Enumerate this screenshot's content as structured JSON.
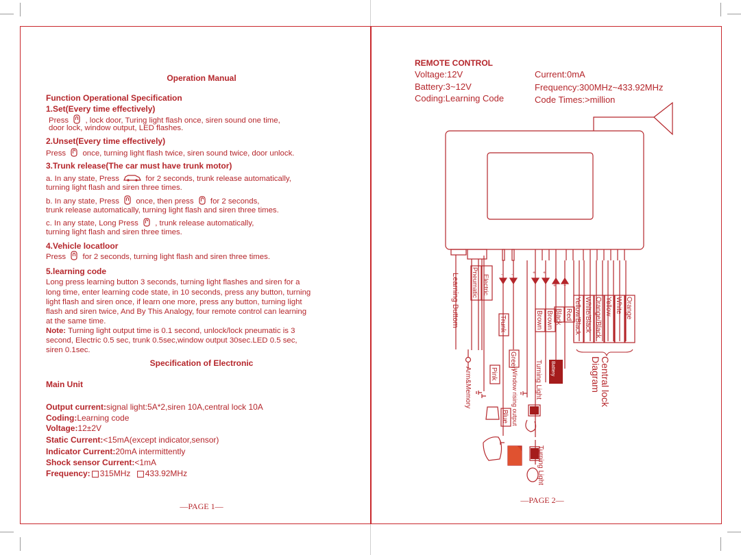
{
  "page1": {
    "header": "Operation Manual",
    "func_title": "Function Operational Specification",
    "set_title": "1.Set(Every time effectively)",
    "set_pre": "Press",
    "set_post": ", lock door, Turing light flash once, siren sound one time,",
    "set_line2": "door lock, window output, LED flashes.",
    "unset_title": "2.Unset(Every time effectively)",
    "unset_pre": "Press",
    "unset_post": "once, turning light flash twice, siren sound twice, door unlock.",
    "trunk_title": "3.Trunk release(The car must have trunk motor)",
    "trunk_a_pre": "a. In any state, Press",
    "trunk_a_post": "for 2 seconds,  trunk release  automatically,",
    "trunk_a_line2": "turning light flash and siren three times.",
    "trunk_b_pre": "b. In any state, Press",
    "trunk_b_mid": "once, then press",
    "trunk_b_post": "for 2 seconds,",
    "trunk_b_line2": "trunk release automatically, turning light flash and siren three times.",
    "trunk_c_pre": "c. In any state, Long Press",
    "trunk_c_post": ", trunk release automatically,",
    "trunk_c_line2": "turning light flash and siren three times.",
    "locate_title": "4.Vehicle locatloor",
    "locate_pre": "Press",
    "locate_post": "for 2 seconds, turning light flash and siren three times.",
    "learn_title": "5.learning code",
    "learn_lines": [
      "Long press learning button 3 seconds, turning light flashes and siren for a",
      "long time, enter learning code state, in 10 seconds, press any button, turning",
      "light flash and siren once, if learn one more, press any button, turning light",
      "flash and siren twice, And By This Analogy, four remote control can learning",
      "at the same time."
    ],
    "note_label": "Note:",
    "note_line1": " Turning light output time is 0.1 second, unlock/lock pneumatic is 3",
    "note_line2": "second, Electric 0.5 sec, trunk 0.5sec,window output 30sec.LED 0.5 sec,",
    "note_line3": "siren 0.1sec.",
    "spec_title": "Specification of Electronic",
    "main_unit": "Main Unit",
    "specs": [
      {
        "label": "Output current:",
        "value": "signal light:5A*2,siren 10A,central lock 10A"
      },
      {
        "label": "Coding:",
        "value": "Learning code"
      },
      {
        "label": "Voltage:",
        "value": "12±2V"
      },
      {
        "label": "Static Current:",
        "value": "<15mA(except indicator,sensor)"
      },
      {
        "label": "Indicator Current:",
        "value": "20mA intermittently"
      },
      {
        "label": "Shock sensor Current:",
        "value": "<1mA"
      }
    ],
    "freq_label": "Frequency:",
    "freq_options": [
      "315MHz",
      "433.92MHz"
    ],
    "page_label": "—PAGE 1—"
  },
  "page2": {
    "remote_title": "REMOTE CONTROL",
    "voltage": "Voltage:12V",
    "battery": "Battery:3~12V",
    "coding": "Coding:Learning Code",
    "current": "Current:0mA",
    "frequency": "Frequency:300MHz~433.92MHz",
    "code_times": "Code Times:>million",
    "labels": {
      "learning_button": "Learning Buttom",
      "pneumatic": "Pneumatic",
      "electric": "Electric",
      "arm_memory": "Arm&Memory",
      "pink": "Pink",
      "trunk": "Trunk",
      "blue": "Blue",
      "green": "Green",
      "window": "Window rising output",
      "brown1": "Brown",
      "brown2": "Brown",
      "turning_light_1": "Turning Light",
      "turning_light_2": "Turning Light",
      "black": "Black",
      "red": "Red",
      "battery": "Battery",
      "yellow_black": "Yellow/Black",
      "white_black": "White/Black",
      "orange_black": "Orange/Black",
      "yellow": "Yellow",
      "white": "White",
      "orange": "Orange",
      "central_lock": "Central lock",
      "diagram": "Diagram"
    },
    "page_label": "—PAGE 2—"
  },
  "colors": {
    "accent": "#b5262b",
    "frame": "#c8262b",
    "fill": "#c0392b"
  }
}
